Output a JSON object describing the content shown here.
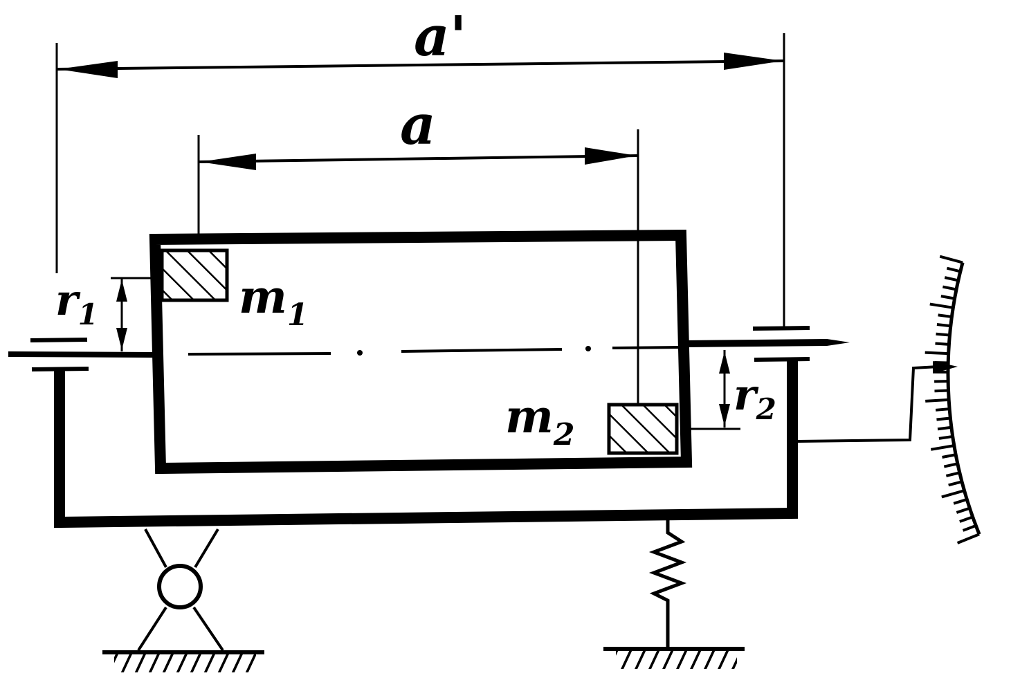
{
  "labels": {
    "dim_outer": "a'",
    "dim_inner": "a",
    "mass_1": "m",
    "mass_1_sub": "1",
    "mass_2": "m",
    "mass_2_sub": "2",
    "radius_1": "r",
    "radius_1_sub": "1",
    "radius_2": "r",
    "radius_2_sub": "2"
  }
}
